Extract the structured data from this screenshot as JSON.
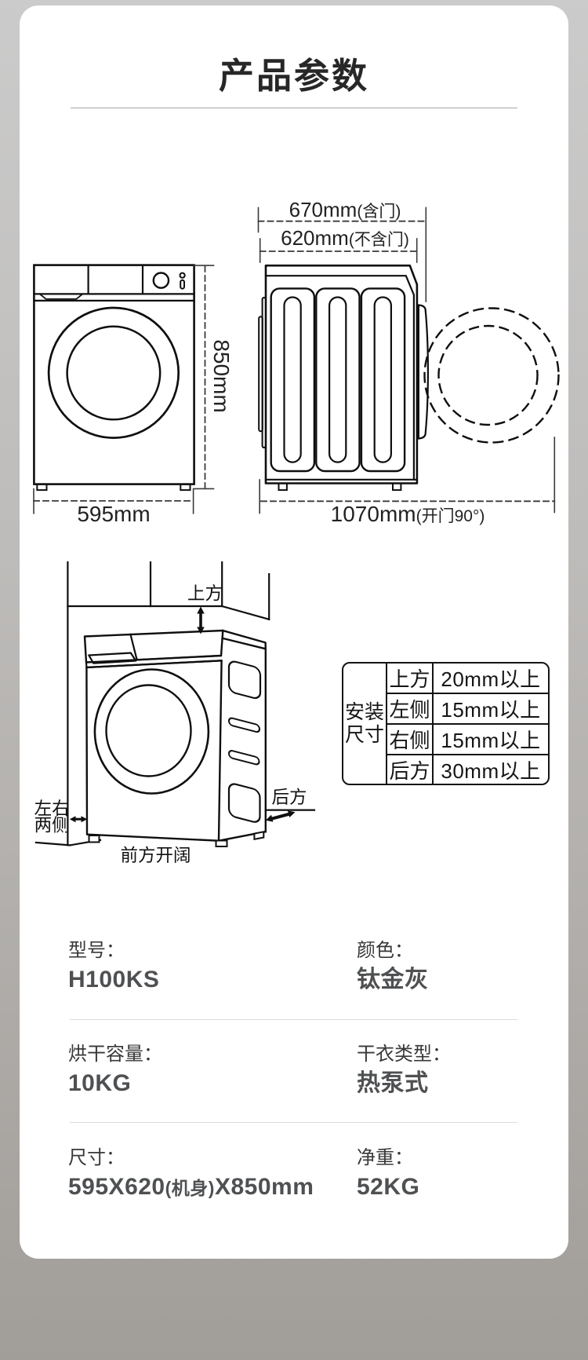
{
  "title": "产品参数",
  "front_view": {
    "height_label": "850mm",
    "width_label": "595mm"
  },
  "side_view": {
    "depth_with_door": {
      "value": "670mm",
      "note": "(含门)"
    },
    "depth_without_door": {
      "value": "620mm",
      "note": "(不含门)"
    },
    "open_door_depth": {
      "value": "1070mm",
      "note": "(开门90°)"
    }
  },
  "install_view": {
    "top_label": "上方",
    "sides_label_line1": "左右",
    "sides_label_line2": "两侧",
    "rear_label": "后方",
    "front_label": "前方开阔"
  },
  "install_table": {
    "header_line1": "安装",
    "header_line2": "尺寸",
    "rows": [
      {
        "position": "上方",
        "clearance": "20mm以上"
      },
      {
        "position": "左侧",
        "clearance": "15mm以上"
      },
      {
        "position": "右侧",
        "clearance": "15mm以上"
      },
      {
        "position": "后方",
        "clearance": "30mm以上"
      }
    ]
  },
  "specs": {
    "rows": [
      {
        "left": {
          "label": "型号：",
          "value": "H100KS"
        },
        "right": {
          "label": "颜色：",
          "value": "钛金灰"
        }
      },
      {
        "left": {
          "label": "烘干容量：",
          "value": "10KG"
        },
        "right": {
          "label": "干衣类型：",
          "value": "热泵式"
        }
      },
      {
        "left": {
          "label": "尺寸：",
          "value_parts": [
            "595X620",
            "(机身)",
            "X850mm"
          ]
        },
        "right": {
          "label": "净重：",
          "value": "52KG"
        }
      }
    ]
  },
  "colors": {
    "card_background": "#ffffff",
    "page_gradient_top": "#cbcbcb",
    "page_gradient_bottom": "#a19d99",
    "line_art": "#111111",
    "spec_value_text": "#4e5052"
  }
}
